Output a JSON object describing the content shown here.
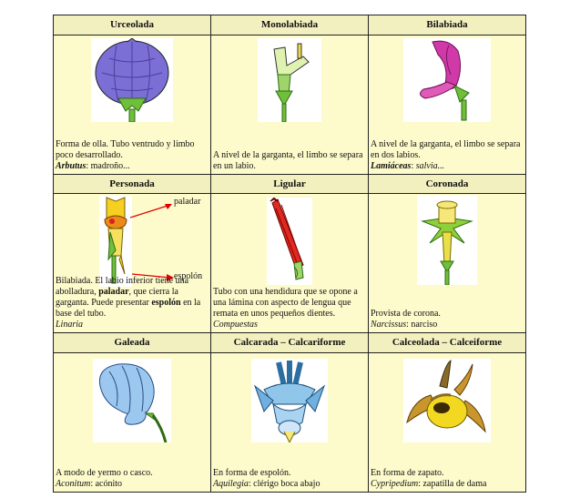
{
  "rows": [
    {
      "cells": [
        {
          "title": "Urceolada",
          "desc": "Forma de olla. Tubo ventrudo y limbo poco desarrollado.",
          "genus": "Arbutus",
          "common": ": madroño..."
        },
        {
          "title": "Monolabiada",
          "desc": "A nivel de la garganta, el limbo se separa en un labio.",
          "genus": "",
          "common": ""
        },
        {
          "title": "Bilabiada",
          "desc": "A nivel de la garganta, el limbo se separa en dos labios.",
          "genus": "Lamiáceas",
          "common": ": ",
          "common_it": "salvia..."
        }
      ]
    },
    {
      "cells": [
        {
          "title": "Personada",
          "d1": "Bilabiada. El labio inferior tiene una abolladura, ",
          "k1": "paladar",
          "d2": ", que cierra la garganta. Puede presentar ",
          "k2": "espolón",
          "d3": " en la base del tubo.",
          "genus": "Linaria",
          "label_paladar": "paladar",
          "label_espolon": "espolón"
        },
        {
          "title": "Ligular",
          "desc": "Tubo con una hendidura que se opone a una lámina con aspecto de lengua que remata en unos pequeños dientes.",
          "genus": "Compuestas"
        },
        {
          "title": "Coronada",
          "desc": "Provista de corona.",
          "genus": "Narcissus",
          "common": ": narciso"
        }
      ]
    },
    {
      "cells": [
        {
          "title": "Galeada",
          "desc": "A modo de yermo o casco.",
          "genus": "Aconitum",
          "common": ": acónito"
        },
        {
          "title": "Calcarada – Calcariforme",
          "desc": "En forma de espolón.",
          "genus": "Aquilegia",
          "common": ": clérigo boca abajo"
        },
        {
          "title": "Calceolada – Calceiforme",
          "desc": "En forma de zapato.",
          "genus": "Cypripedium",
          "common": ": zapatilla de dama"
        }
      ]
    }
  ],
  "colors": {
    "header_bg": "#f3f0bf",
    "cell_bg": "#fdfbcb",
    "arrow": "#e00000"
  }
}
